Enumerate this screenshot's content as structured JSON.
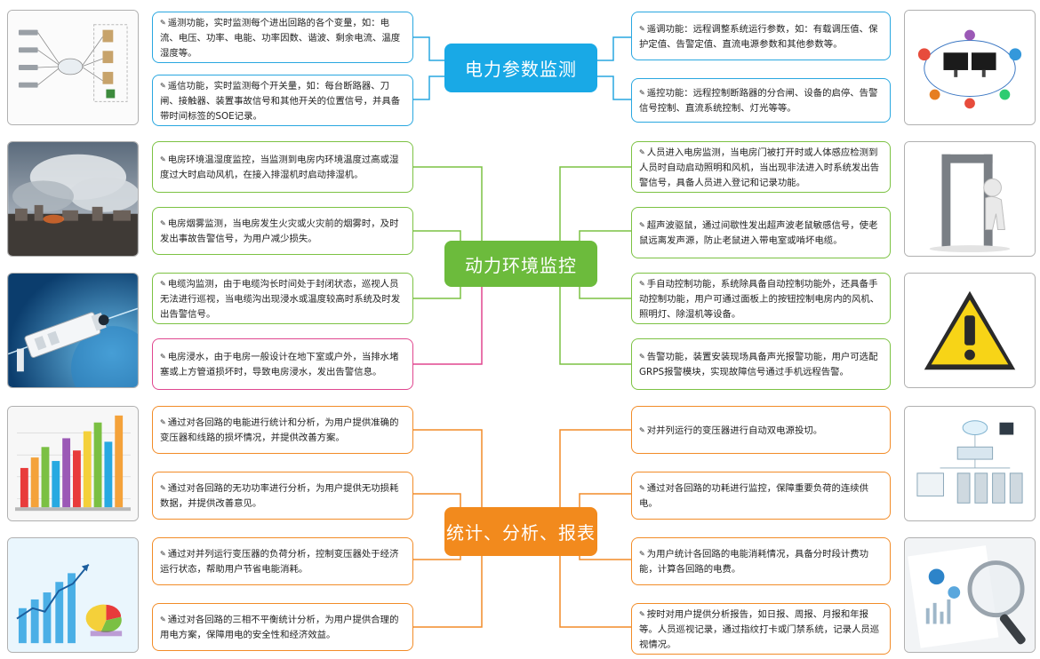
{
  "hubs": {
    "power": "电力参数监测",
    "env": "动力环境监控",
    "stats": "统计、分析、报表"
  },
  "bullet_icon": "pencil-icon",
  "power_left": [
    "遥测功能，实时监测每个进出回路的各个变量，如：电流、电压、功率、电能、功率因数、谐波、剩余电流、温度湿度等。",
    "遥信功能，实时监测每个开关量，如：每台断路器、刀闸、接触器、装置事故信号和其他开关的位置信号，并具备带时间标签的SOE记录。"
  ],
  "power_right": [
    "遥调功能：远程调整系统运行参数，如：有载调压值、保护定值、告警定值、直流电源参数和其他参数等。",
    "遥控功能：远程控制断路器的分合闸、设备的启停、告警信号控制、直流系统控制、灯光等等。"
  ],
  "env_left": [
    "电房环境温湿度监控，当监测到电房内环境温度过高或湿度过大时启动风机，在接入排湿机时启动排湿机。",
    "电房烟雾监测，当电房发生火灾或火灾前的烟雾时，及时发出事故告警信号，为用户减少损失。",
    "电缆沟监测，由于电缆沟长时间处于封闭状态，巡视人员无法进行巡视，当电缆沟出现浸水或温度较高时系统及时发出告警信号。",
    "电房浸水，由于电房一般设计在地下室或户外，当排水堵塞或上方管道损坏时，导致电房浸水，发出告警信息。"
  ],
  "env_right": [
    "人员进入电房监测，当电房门被打开时或人体感应检测到人员时自动启动照明和风机，当出现非法进入时系统发出告警信号，具备人员进入登记和记录功能。",
    "超声波驱鼠，通过间歇性发出超声波老鼠敏感信号，使老鼠远离发声源，防止老鼠进入带电室或啃坏电缆。",
    "手自动控制功能，系统除具备自动控制功能外，还具备手动控制功能，用户可通过面板上的按钮控制电房内的风机、照明灯、除湿机等设备。",
    "告警功能，装置安装现场具备声光报警功能，用户可选配GRPS报警模块，实现故障信号通过手机远程告警。"
  ],
  "stats_left": [
    "通过对各回路的电能进行统计和分析，为用户提供准确的变压器和线路的损坏情况，并提供改善方案。",
    "通过对各回路的无功功率进行分析，为用户提供无功损耗数据，并提供改善意见。",
    "通过对并列运行变压器的负荷分析，控制变压器处于经济运行状态，帮助用户节省电能消耗。",
    "通过对各回路的三相不平衡统计分析，为用户提供合理的用电方案，保障用电的安全性和经济效益。"
  ],
  "stats_right": [
    "对并列运行的变压器进行自动双电源投切。",
    "通过对各回路的功耗进行监控，保障重要负荷的连续供电。",
    "为用户统计各回路的电能消耗情况，具备分时段计费功能，计算各回路的电费。",
    "按时对用户提供分析报告，如日报、周报、月报和年报等。人员巡视记录，通过指纹打卡或门禁系统，记录人员巡视情况。"
  ],
  "colors": {
    "blue": "#29a7e0",
    "green": "#7cc243",
    "pink": "#e0478f",
    "orange": "#f28c28"
  },
  "images": [
    "network-topology-diagram",
    "monitor-network-diagram",
    "smoke-fire-photo",
    "walk-through-door-sensor",
    "cctv-camera-photo",
    "warning-triangle-icon",
    "3d-bar-chart",
    "server-network-diagram",
    "growth-chart-pie",
    "magnifier-report-photo"
  ]
}
